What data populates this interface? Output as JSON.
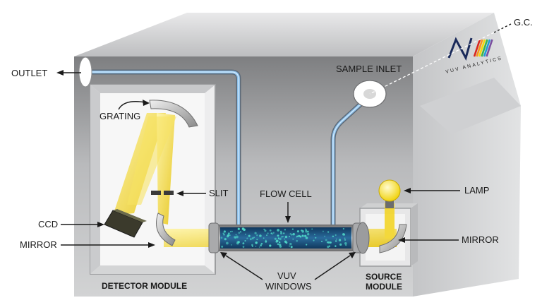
{
  "brand": {
    "name": "VUV ANALYTICS",
    "stripe_colors": [
      "#d7261e",
      "#f7941d",
      "#f5d90a",
      "#3ab54a",
      "#1f9bd7",
      "#7b4fa0"
    ]
  },
  "labels": {
    "outlet": "OUTLET",
    "gc": "G.C.",
    "sample_inlet": "SAMPLE INLET",
    "grating": "GRATING",
    "slit": "SLIT",
    "flow_cell": "FLOW CELL",
    "lamp": "LAMP",
    "ccd": "CCD",
    "mirror_left": "MIRROR",
    "mirror_right": "MIRROR",
    "vuv_windows_line1": "VUV",
    "vuv_windows_line2": "WINDOWS",
    "detector_module": "DETECTOR MODULE",
    "source_module_line1": "SOURCE",
    "source_module_line2": "MODULE"
  },
  "colors": {
    "beam": "#f2d21b",
    "tube": "#7fb3e0",
    "housing_dark": "#8f9091",
    "housing_light": "#d9dadb",
    "flow_cell_fill": "#1e4f7a",
    "particles": "#4fd7c8"
  }
}
